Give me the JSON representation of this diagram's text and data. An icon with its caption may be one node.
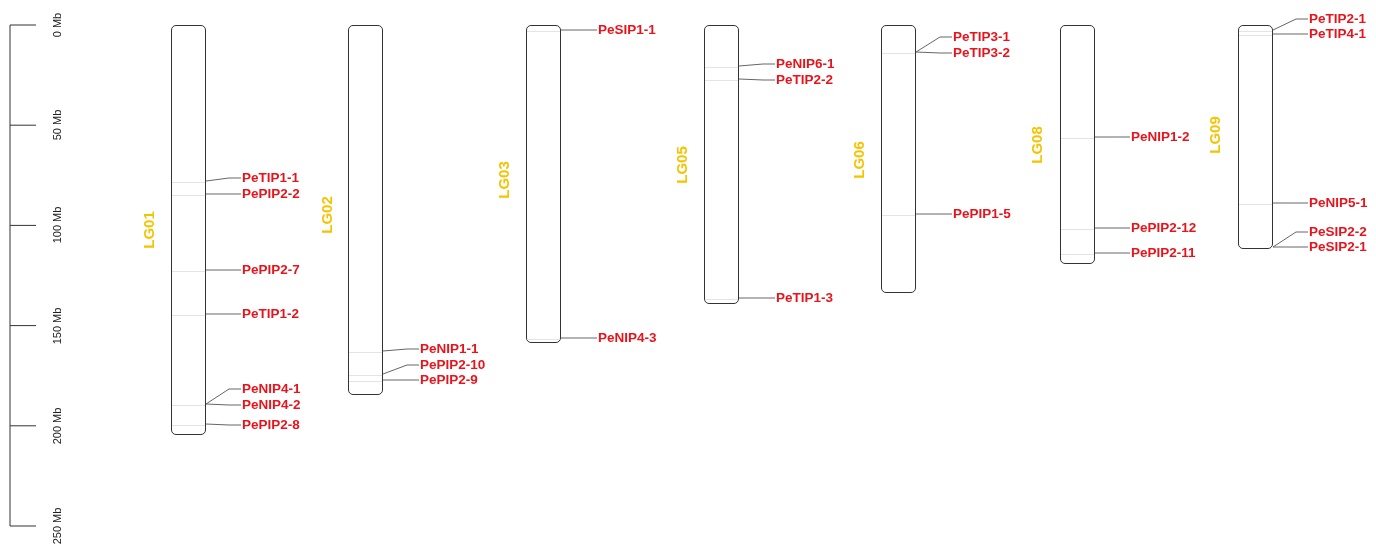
{
  "diagram": {
    "nodes": [
      {
        "text": [
          "LG01"
        ]
      },
      {
        "text": [
          "PeTIP1-1"
        ]
      },
      {
        "text": [
          "PePIP2-2"
        ]
      },
      {
        "text": [
          "PePIP2-7"
        ]
      },
      {
        "text": [
          "PeTIP1-2"
        ]
      },
      {
        "text": [
          "PeNIP4-1"
        ]
      },
      {
        "text": [
          "PeNIP4-2"
        ]
      },
      {
        "text": [
          "PePIP2-8"
        ]
      },
      {
        "text": [
          "LG02"
        ]
      },
      {
        "text": [
          "PeNIP1-1"
        ]
      },
      {
        "text": [
          "PePIP2-10"
        ]
      },
      {
        "text": [
          "PePIP2-9"
        ]
      },
      {
        "text": [
          "LG03"
        ]
      },
      {
        "text": [
          "PeSIP1-1"
        ]
      },
      {
        "text": [
          "PeNIP4-3"
        ]
      },
      {
        "text": [
          "LG05"
        ]
      },
      {
        "text": [
          "PeNIP6-1"
        ]
      },
      {
        "text": [
          "PeTIP2-2"
        ]
      },
      {
        "text": [
          "PeTIP1-3"
        ]
      },
      {
        "text": [
          "LG06"
        ]
      },
      {
        "text": [
          "PeTIP3-1"
        ]
      },
      {
        "text": [
          "PeTIP3-2"
        ]
      },
      {
        "text": [
          "PePIP1-5"
        ]
      },
      {
        "text": [
          "LG08"
        ]
      },
      {
        "text": [
          "PeNIP1-2"
        ]
      },
      {
        "text": [
          "PePIP2-12"
        ]
      },
      {
        "text": [
          "PePIP2-11"
        ]
      },
      {
        "text": [
          "LG09"
        ]
      },
      {
        "text": [
          "PeTIP2-1"
        ]
      },
      {
        "text": [
          "PeTIP4-1"
        ]
      },
      {
        "text": [
          "PeNIP5-1"
        ]
      },
      {
        "text": [
          "PeSIP2-2"
        ]
      },
      {
        "text": [
          "PeSIP2-1"
        ]
      }
    ],
    "edges": [
      {
        "from": 1,
        "to": 0,
        "arrow": "none"
      },
      {
        "from": 2,
        "to": 0,
        "arrow": "none"
      },
      {
        "from": 3,
        "to": 0,
        "arrow": "none"
      },
      {
        "from": 4,
        "to": 0,
        "arrow": "none"
      },
      {
        "from": 5,
        "to": 0,
        "arrow": "none"
      },
      {
        "from": 6,
        "to": 0,
        "arrow": "none"
      },
      {
        "from": 7,
        "to": 0,
        "arrow": "none"
      },
      {
        "from": 9,
        "to": 8,
        "arrow": "none"
      },
      {
        "from": 10,
        "to": 8,
        "arrow": "none"
      },
      {
        "from": 11,
        "to": 8,
        "arrow": "none"
      },
      {
        "from": 13,
        "to": 12,
        "arrow": "none"
      },
      {
        "from": 14,
        "to": 12,
        "arrow": "none"
      },
      {
        "from": 16,
        "to": 15,
        "arrow": "none"
      },
      {
        "from": 17,
        "to": 15,
        "arrow": "none"
      },
      {
        "from": 18,
        "to": 15,
        "arrow": "none"
      },
      {
        "from": 20,
        "to": 19,
        "arrow": "none"
      },
      {
        "from": 21,
        "to": 19,
        "arrow": "none"
      },
      {
        "from": 22,
        "to": 19,
        "arrow": "none"
      },
      {
        "from": 24,
        "to": 23,
        "arrow": "none"
      },
      {
        "from": 25,
        "to": 23,
        "arrow": "none"
      },
      {
        "from": 26,
        "to": 23,
        "arrow": "none"
      },
      {
        "from": 28,
        "to": 27,
        "arrow": "none"
      },
      {
        "from": 29,
        "to": 27,
        "arrow": "none"
      },
      {
        "from": 30,
        "to": 27,
        "arrow": "none"
      },
      {
        "from": 31,
        "to": 27,
        "arrow": "none"
      },
      {
        "from": 32,
        "to": 27,
        "arrow": "none"
      }
    ],
    "labels": [
      "0 Mb",
      "50 Mb",
      "100 Mb",
      "150 Mb",
      "200 Mb",
      "250 Mb"
    ]
  }
}
